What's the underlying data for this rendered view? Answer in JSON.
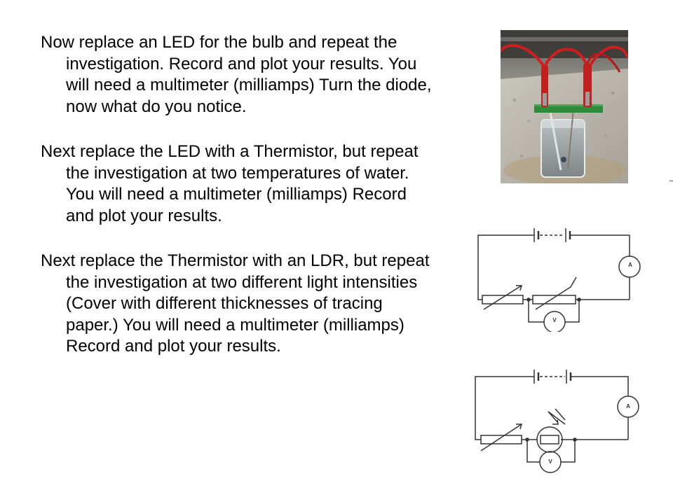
{
  "instructions": [
    "Now replace an LED for the bulb and repeat the investigation. Record and plot your results. You will need a multimeter (milliamps) Turn the diode, now what do you notice.",
    "Next replace the LED with a Thermistor, but repeat the investigation at two temperatures of water. You will need a multimeter (milliamps) Record and plot your results.",
    "Next replace the Thermistor with an LDR, but repeat the investigation at two different light intensities (Cover with different thicknesses of tracing paper.) You will need a multimeter (milliamps) Record and plot your results."
  ],
  "diagram_labels": {
    "ammeter": "A",
    "voltmeter": "V"
  }
}
